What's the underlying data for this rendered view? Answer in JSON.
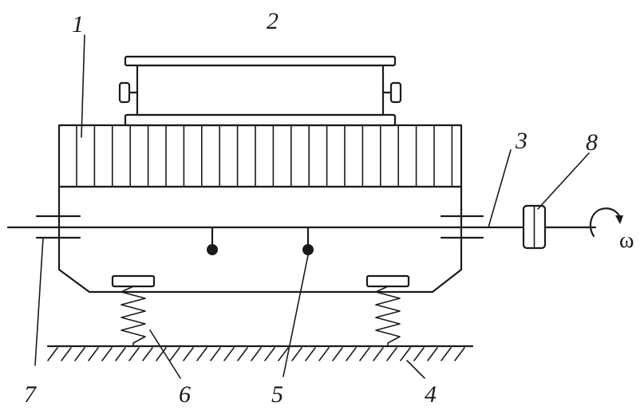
{
  "labels": {
    "n1": "1",
    "n2": "2",
    "n3": "3",
    "n4": "4",
    "n5": "5",
    "n6": "6",
    "n7": "7",
    "n8": "8"
  },
  "omega": "ω",
  "colors": {
    "ink": "#1a1a1a",
    "background": "#ffffff"
  }
}
